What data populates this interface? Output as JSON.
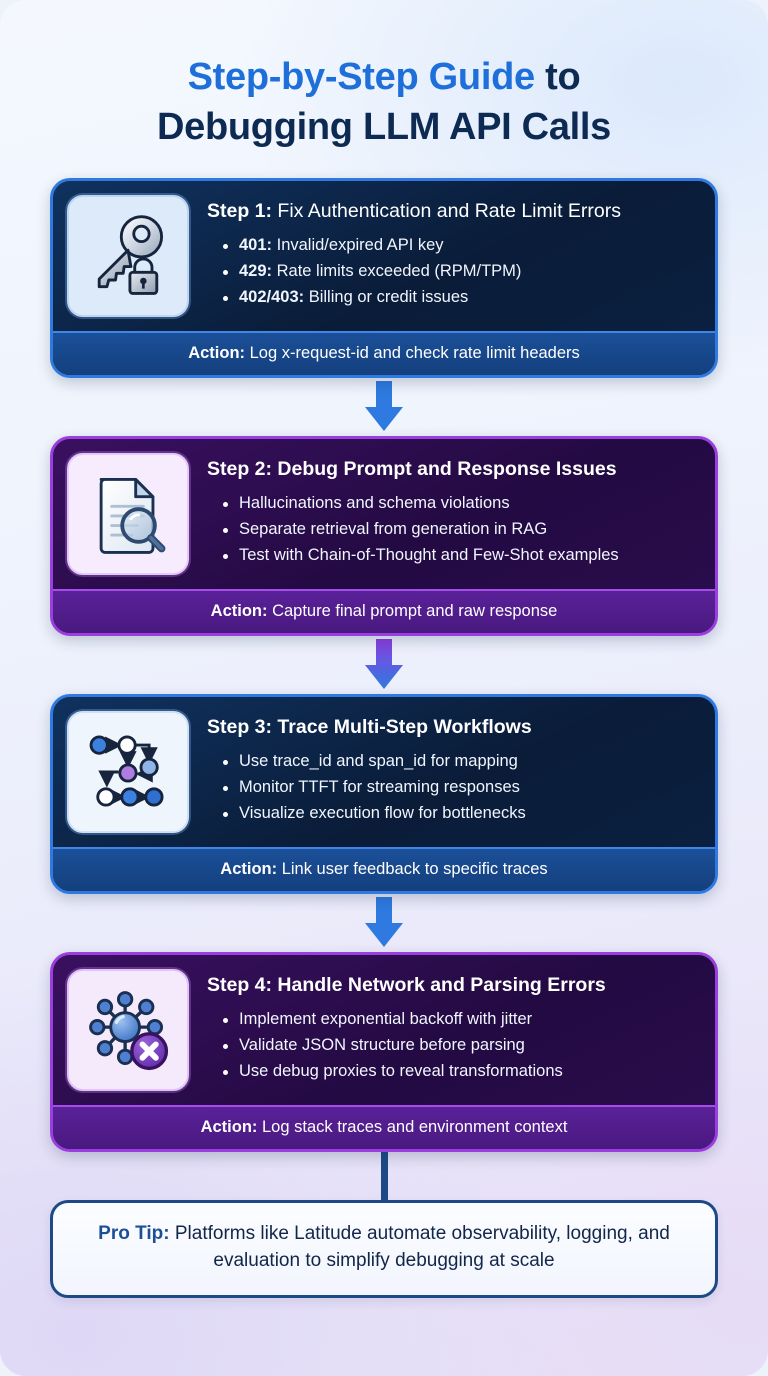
{
  "title": {
    "line1_accent": "Step-by-Step Guide",
    "line1_rest": " to",
    "line2": "Debugging LLM API Calls"
  },
  "colors": {
    "accent_blue": "#1e6fd9",
    "title_navy": "#0d2a52",
    "card_blue_border": "#2f7ae0",
    "card_purple_border": "#9b3ee0",
    "action_blue": "#1b5099",
    "action_purple": "#5a2199",
    "arrow_blue": "#2f7ae0",
    "arrow_purple": "#8b3fe0",
    "connector_line": "#1d4a86"
  },
  "steps": [
    {
      "theme": "blue",
      "icon": "key-lock-icon",
      "lead": "Step 1:",
      "title": " Fix Authentication and Rate Limit Errors",
      "title_bold": false,
      "bullets": [
        {
          "code": "401:",
          "text": " Invalid/expired API key"
        },
        {
          "code": "429:",
          "text": " Rate limits exceeded (RPM/TPM)"
        },
        {
          "code": "402/403:",
          "text": " Billing or credit issues"
        }
      ],
      "action_lead": "Action:",
      "action_text": " Log x-request-id and check rate limit headers"
    },
    {
      "theme": "purple",
      "icon": "document-search-icon",
      "lead": "Step 2:",
      "title": " Debug Prompt and Response Issues",
      "title_bold": true,
      "bullets": [
        {
          "code": "",
          "text": "Hallucinations and schema violations"
        },
        {
          "code": "",
          "text": "Separate retrieval from generation in RAG"
        },
        {
          "code": "",
          "text": "Test with Chain-of-Thought and Few-Shot examples"
        }
      ],
      "action_lead": "Action:",
      "action_text": " Capture final prompt and raw response"
    },
    {
      "theme": "blue",
      "icon": "workflow-graph-icon",
      "lead": "Step 3:",
      "title": " Trace Multi-Step Workflows",
      "title_bold": true,
      "bullets": [
        {
          "code": "",
          "text": "Use trace_id and span_id for mapping"
        },
        {
          "code": "",
          "text": "Monitor TTFT for streaming responses"
        },
        {
          "code": "",
          "text": "Visualize execution flow for bottlenecks"
        }
      ],
      "action_lead": "Action:",
      "action_text": " Link user feedback to specific traces"
    },
    {
      "theme": "purple",
      "icon": "network-error-icon",
      "lead": "Step 4:",
      "title": " Handle Network and Parsing Errors",
      "title_bold": true,
      "bullets": [
        {
          "code": "",
          "text": "Implement exponential backoff with jitter"
        },
        {
          "code": "",
          "text": "Validate JSON structure before parsing"
        },
        {
          "code": "",
          "text": "Use debug proxies to reveal transformations"
        }
      ],
      "action_lead": "Action:",
      "action_text": " Log stack traces and environment context"
    }
  ],
  "protip": {
    "lead": "Pro Tip:",
    "text": " Platforms like Latitude automate observability, logging, and evaluation to simplify debugging at scale"
  }
}
